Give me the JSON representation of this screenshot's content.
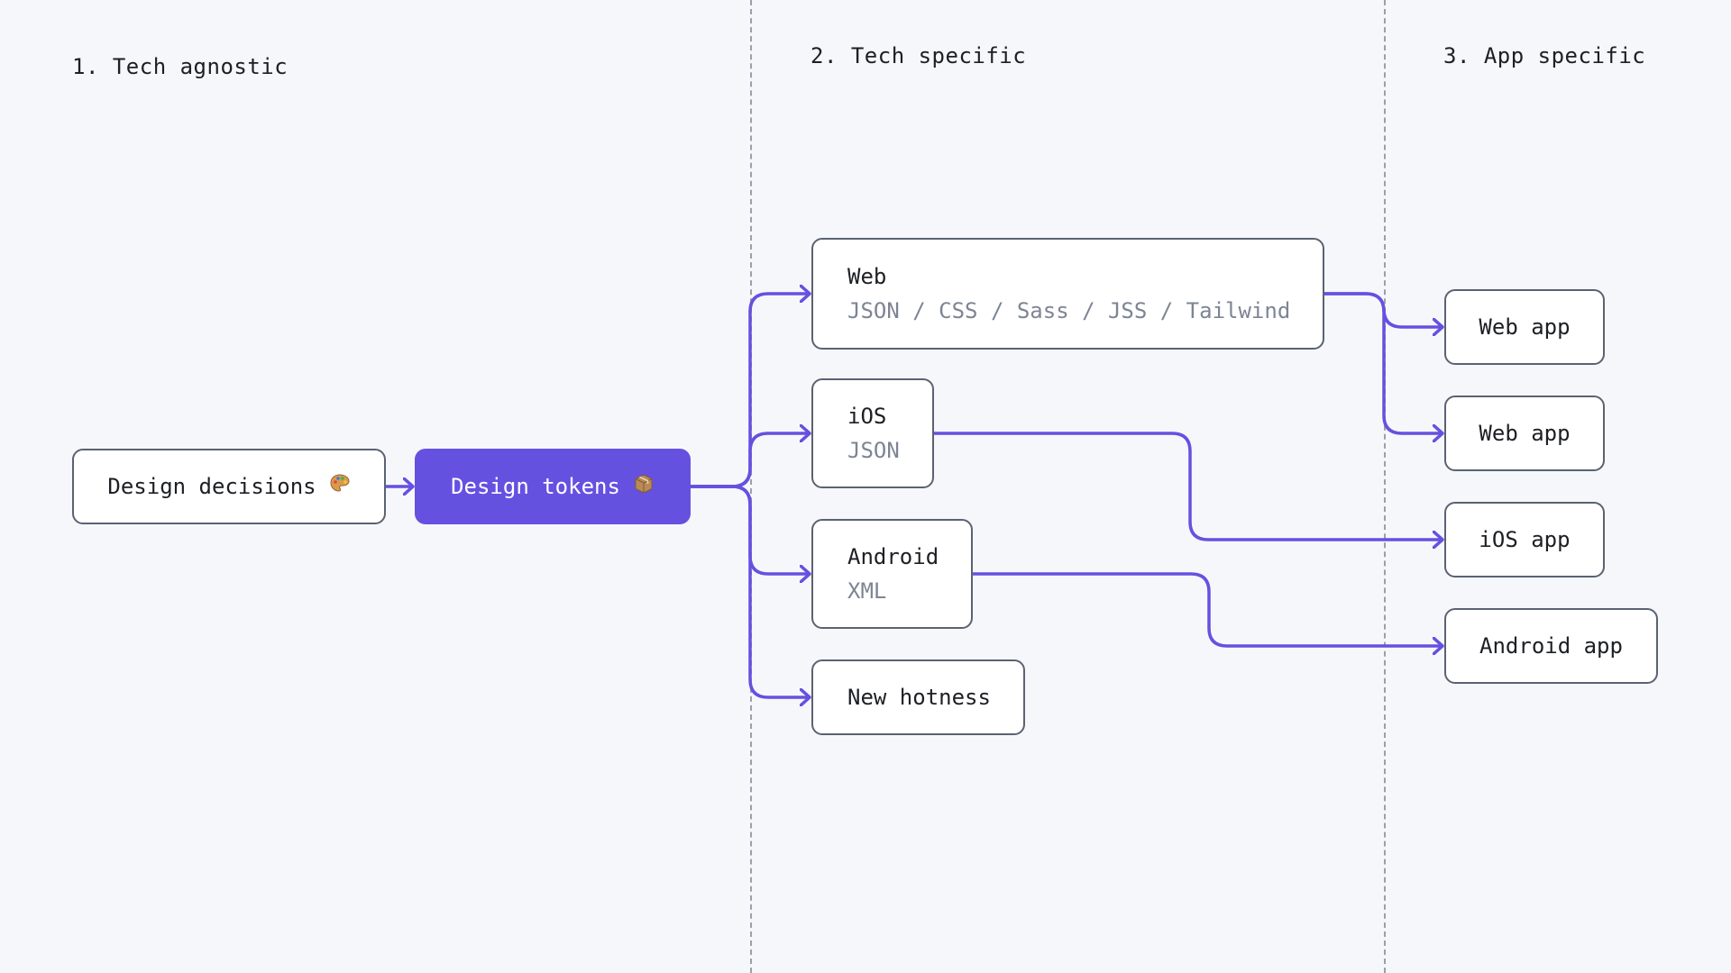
{
  "columns": [
    {
      "label": "1. Tech agnostic"
    },
    {
      "label": "2. Tech specific"
    },
    {
      "label": "3. App specific"
    }
  ],
  "nodes": {
    "design_decisions": {
      "title": "Design decisions",
      "icon": "palette-icon"
    },
    "design_tokens": {
      "title": "Design tokens",
      "icon": "package-icon"
    },
    "web": {
      "title": "Web",
      "sub": "JSON / CSS / Sass / JSS / Tailwind"
    },
    "ios": {
      "title": "iOS",
      "sub": "JSON"
    },
    "android": {
      "title": "Android",
      "sub": "XML"
    },
    "new_hotness": {
      "title": "New hotness"
    },
    "web_app_1": {
      "title": "Web app"
    },
    "web_app_2": {
      "title": "Web app"
    },
    "ios_app": {
      "title": "iOS app"
    },
    "android_app": {
      "title": "Android app"
    }
  },
  "colors": {
    "accent": "#6551e0",
    "background": "#f6f7fb",
    "node_border": "#5a6272",
    "muted_text": "#7d8594"
  }
}
